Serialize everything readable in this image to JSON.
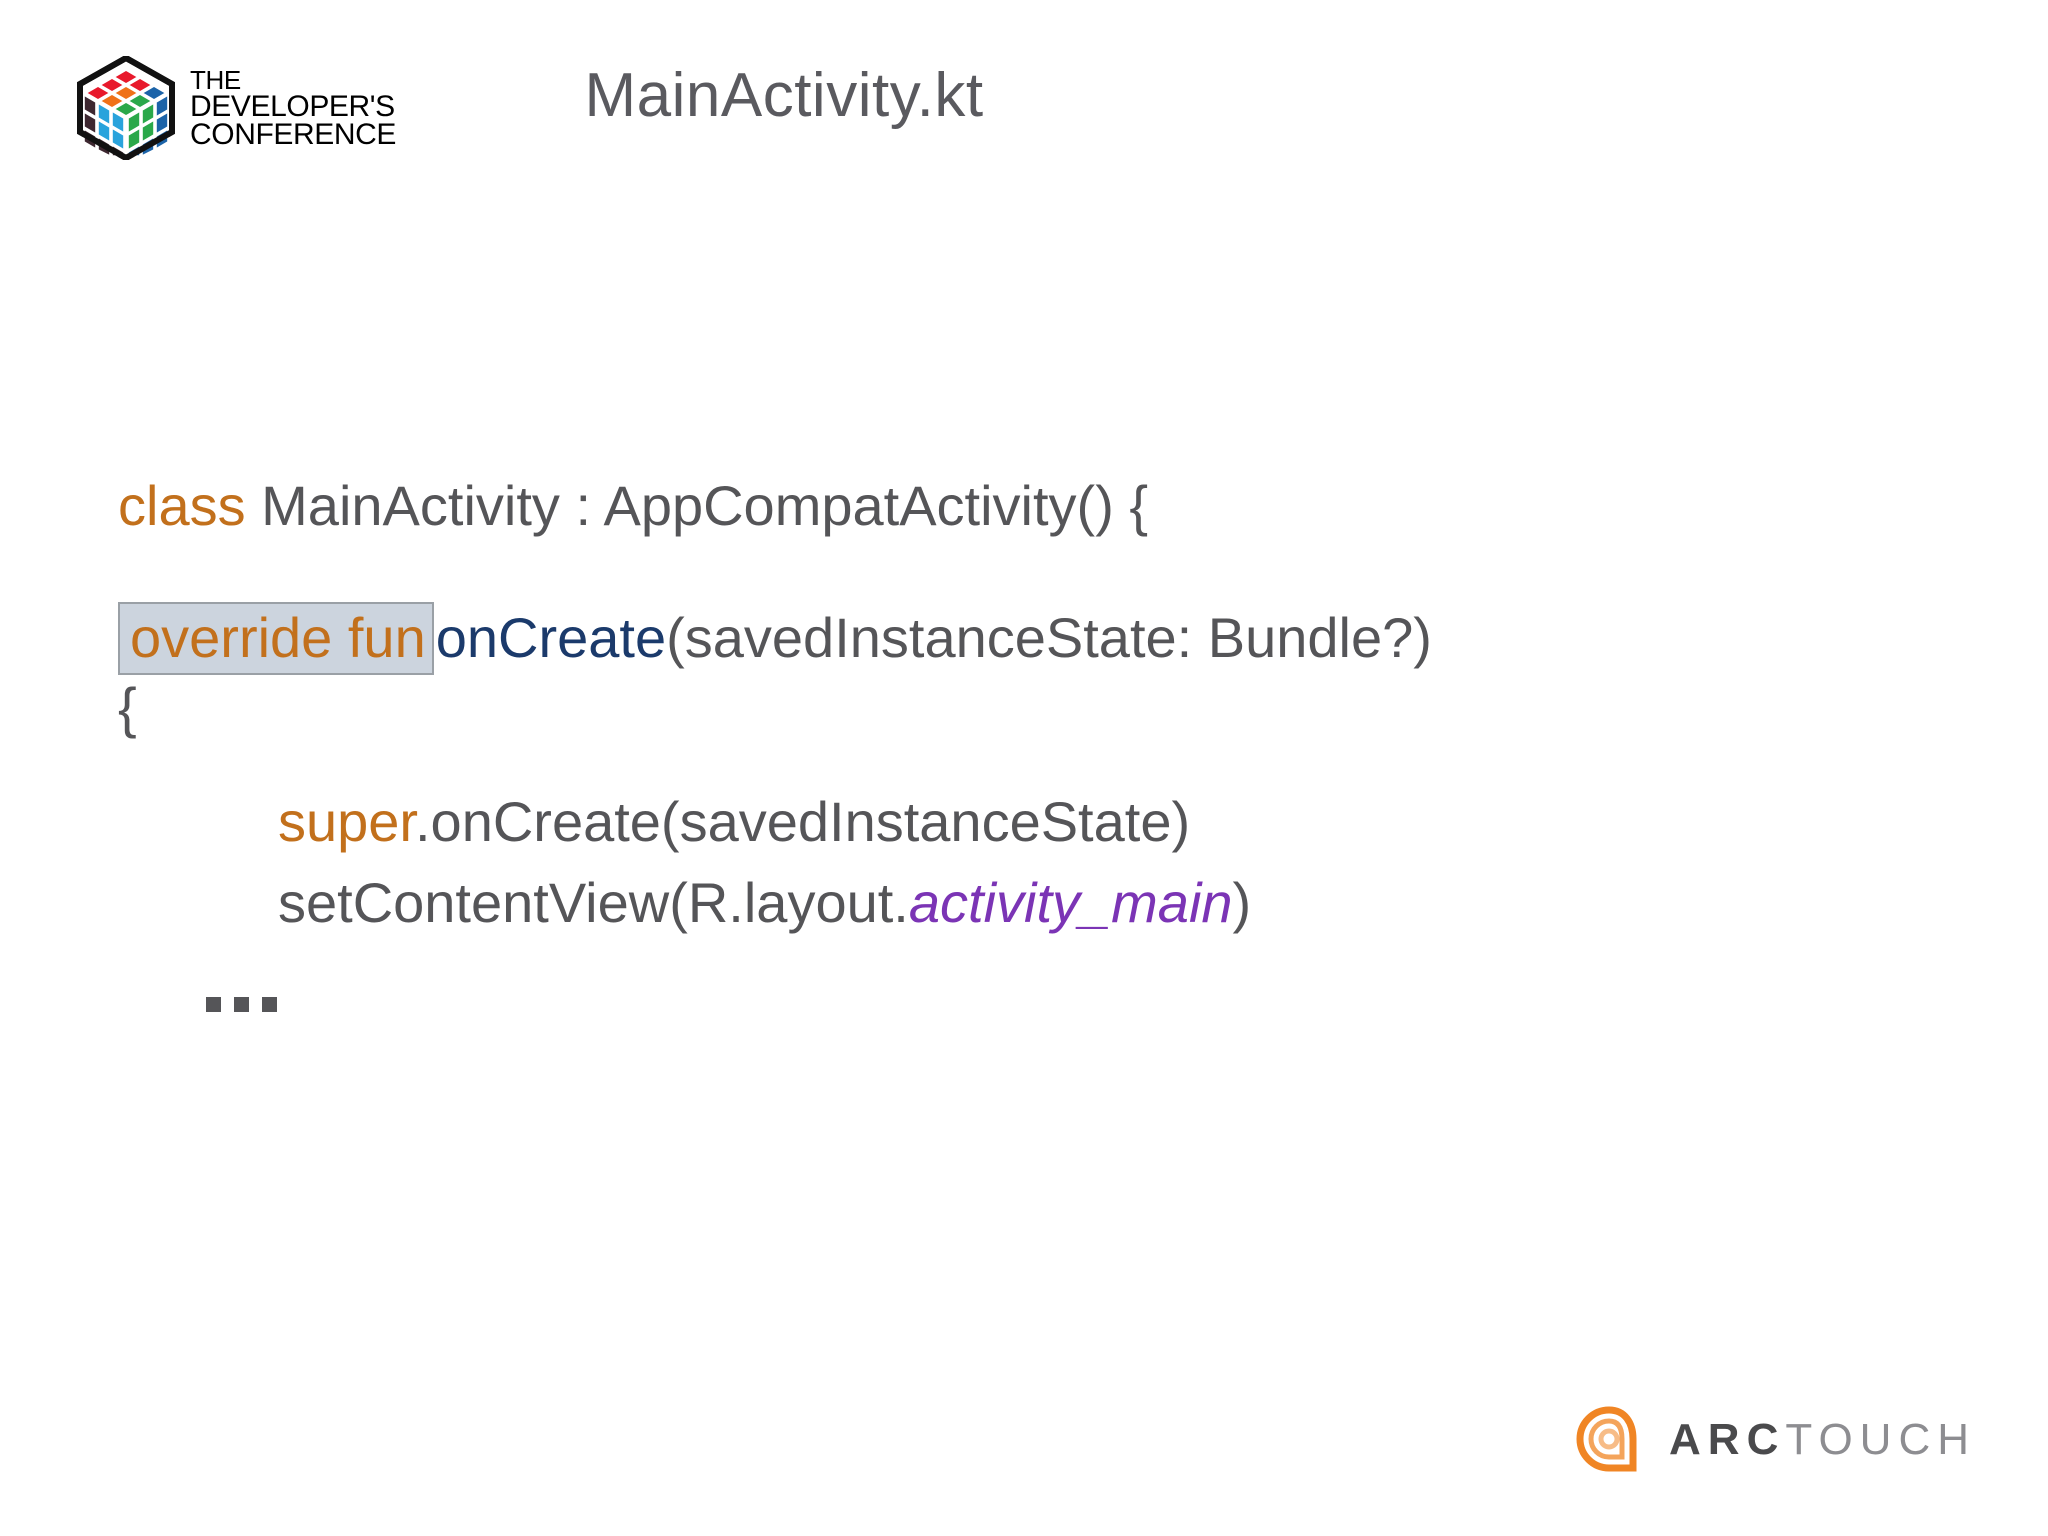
{
  "slide": {
    "background_color": "#ffffff",
    "title": "MainActivity.kt"
  },
  "tdc_logo": {
    "name": "tdc-logo",
    "line1": "THE",
    "line2": "DEVELOPER'S",
    "line3": "CONFERENCE",
    "mark_colors": {
      "outline": "#111111",
      "top_red": "#e8192c",
      "top_orange": "#ef7119",
      "right_green": "#2aa84a",
      "right_blue": "#1b63a8",
      "left_blue": "#29a3dc",
      "left_dark": "#3d2730"
    }
  },
  "code": {
    "language": "kotlin",
    "colors": {
      "keyword": "#c2701c",
      "function": "#1b3a6b",
      "resource": "#7b34b5",
      "plain": "#555558",
      "highlight_bg": "#ccd4de",
      "highlight_border": "#9aa0a6"
    },
    "lines": {
      "class_keyword": "class",
      "class_rest": " MainActivity : AppCompatActivity() {",
      "override_keyword": "override fun",
      "oncreate_name": "onCreate",
      "oncreate_params": "(savedInstanceState: Bundle?)",
      "open_brace": "{",
      "super_keyword": "super",
      "super_rest": ".onCreate(savedInstanceState)",
      "setcontent_prefix": "setContentView(R.layout.",
      "setcontent_resource": "activity_main",
      "setcontent_suffix": ")",
      "ellipsis": "..."
    }
  },
  "arctouch_logo": {
    "name": "arctouch-logo",
    "word_bold": "ARC",
    "word_light": "TOUCH",
    "mark_color": "#f08524",
    "arc_color": "#4a4a4c",
    "touch_color": "#8d8d91"
  }
}
